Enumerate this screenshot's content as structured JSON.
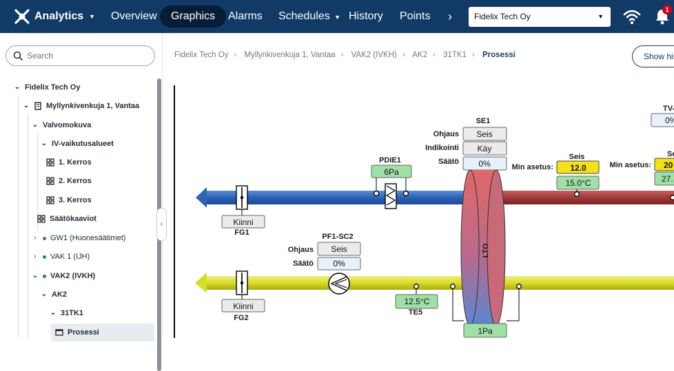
{
  "app": {
    "name": "Analytics"
  },
  "nav": {
    "items": [
      {
        "label": "Overview",
        "active": false
      },
      {
        "label": "Graphics",
        "active": true
      },
      {
        "label": "Alarms",
        "active": false
      },
      {
        "label": "Schedules",
        "active": false,
        "dropdown": true
      },
      {
        "label": "History",
        "active": false
      },
      {
        "label": "Points",
        "active": false
      }
    ],
    "more_icon": "chevron-right-icon"
  },
  "site_select": {
    "value": "Fidelix Tech Oy"
  },
  "notifications": {
    "count": "1"
  },
  "search": {
    "placeholder": "Search"
  },
  "tree": [
    {
      "label": "Fidelix Tech Oy"
    },
    {
      "label": "Myllynkivenkuja 1, Vantaa"
    },
    {
      "label": "Valvomokuva"
    },
    {
      "label": "IV-vaikutusalueet"
    },
    {
      "label": "1. Kerros"
    },
    {
      "label": "2. Kerros"
    },
    {
      "label": "3. Kerros"
    },
    {
      "label": "Säätökaaviot"
    },
    {
      "label": "GW1 (Huonesäätimet)"
    },
    {
      "label": "VAK 1 (IJH)"
    },
    {
      "label": "VAK2 (IVKH)"
    },
    {
      "label": "AK2"
    },
    {
      "label": "31TK1"
    },
    {
      "label": "Prosessi"
    }
  ],
  "breadcrumb": [
    "Fidelix Tech Oy",
    "Myllynkivenkuja 1, Vantaa",
    "VAK2 (IVKH)",
    "AK2",
    "31TK1",
    "Prosessi"
  ],
  "show_button": {
    "label": "Show his"
  },
  "diagram": {
    "se1": {
      "title": "SE1",
      "ohjaus_label": "Ohjaus",
      "ohjaus": "Seis",
      "indikointi_label": "Indikointi",
      "indikointi": "Käy",
      "saato_label": "Säätö",
      "saato": "0%"
    },
    "pdie1": {
      "title": "PDIE1",
      "value": "6Pa"
    },
    "fg1": {
      "value": "Kiinni",
      "label": "FG1"
    },
    "lto": {
      "label": "LTO"
    },
    "supply_temp": {
      "status": "Seis",
      "min_label": "Min asetus:",
      "setpoint": "12.0",
      "value": "15.0°C"
    },
    "right_temp": {
      "status": "Se",
      "min_label": "Min asetus:",
      "setpoint": "20",
      "value": "27."
    },
    "tv": {
      "title": "TV-",
      "value": "0%"
    },
    "pf1": {
      "title": "PF1-SC2",
      "ohjaus_label": "Ohjaus",
      "ohjaus": "Seis",
      "saato_label": "Säätö",
      "saato": "0%"
    },
    "fg2": {
      "value": "Kiinni",
      "label": "FG2"
    },
    "te5": {
      "value": "12.5°C",
      "label": "TE5"
    },
    "pd_bottom": {
      "value": "1Pa"
    }
  }
}
